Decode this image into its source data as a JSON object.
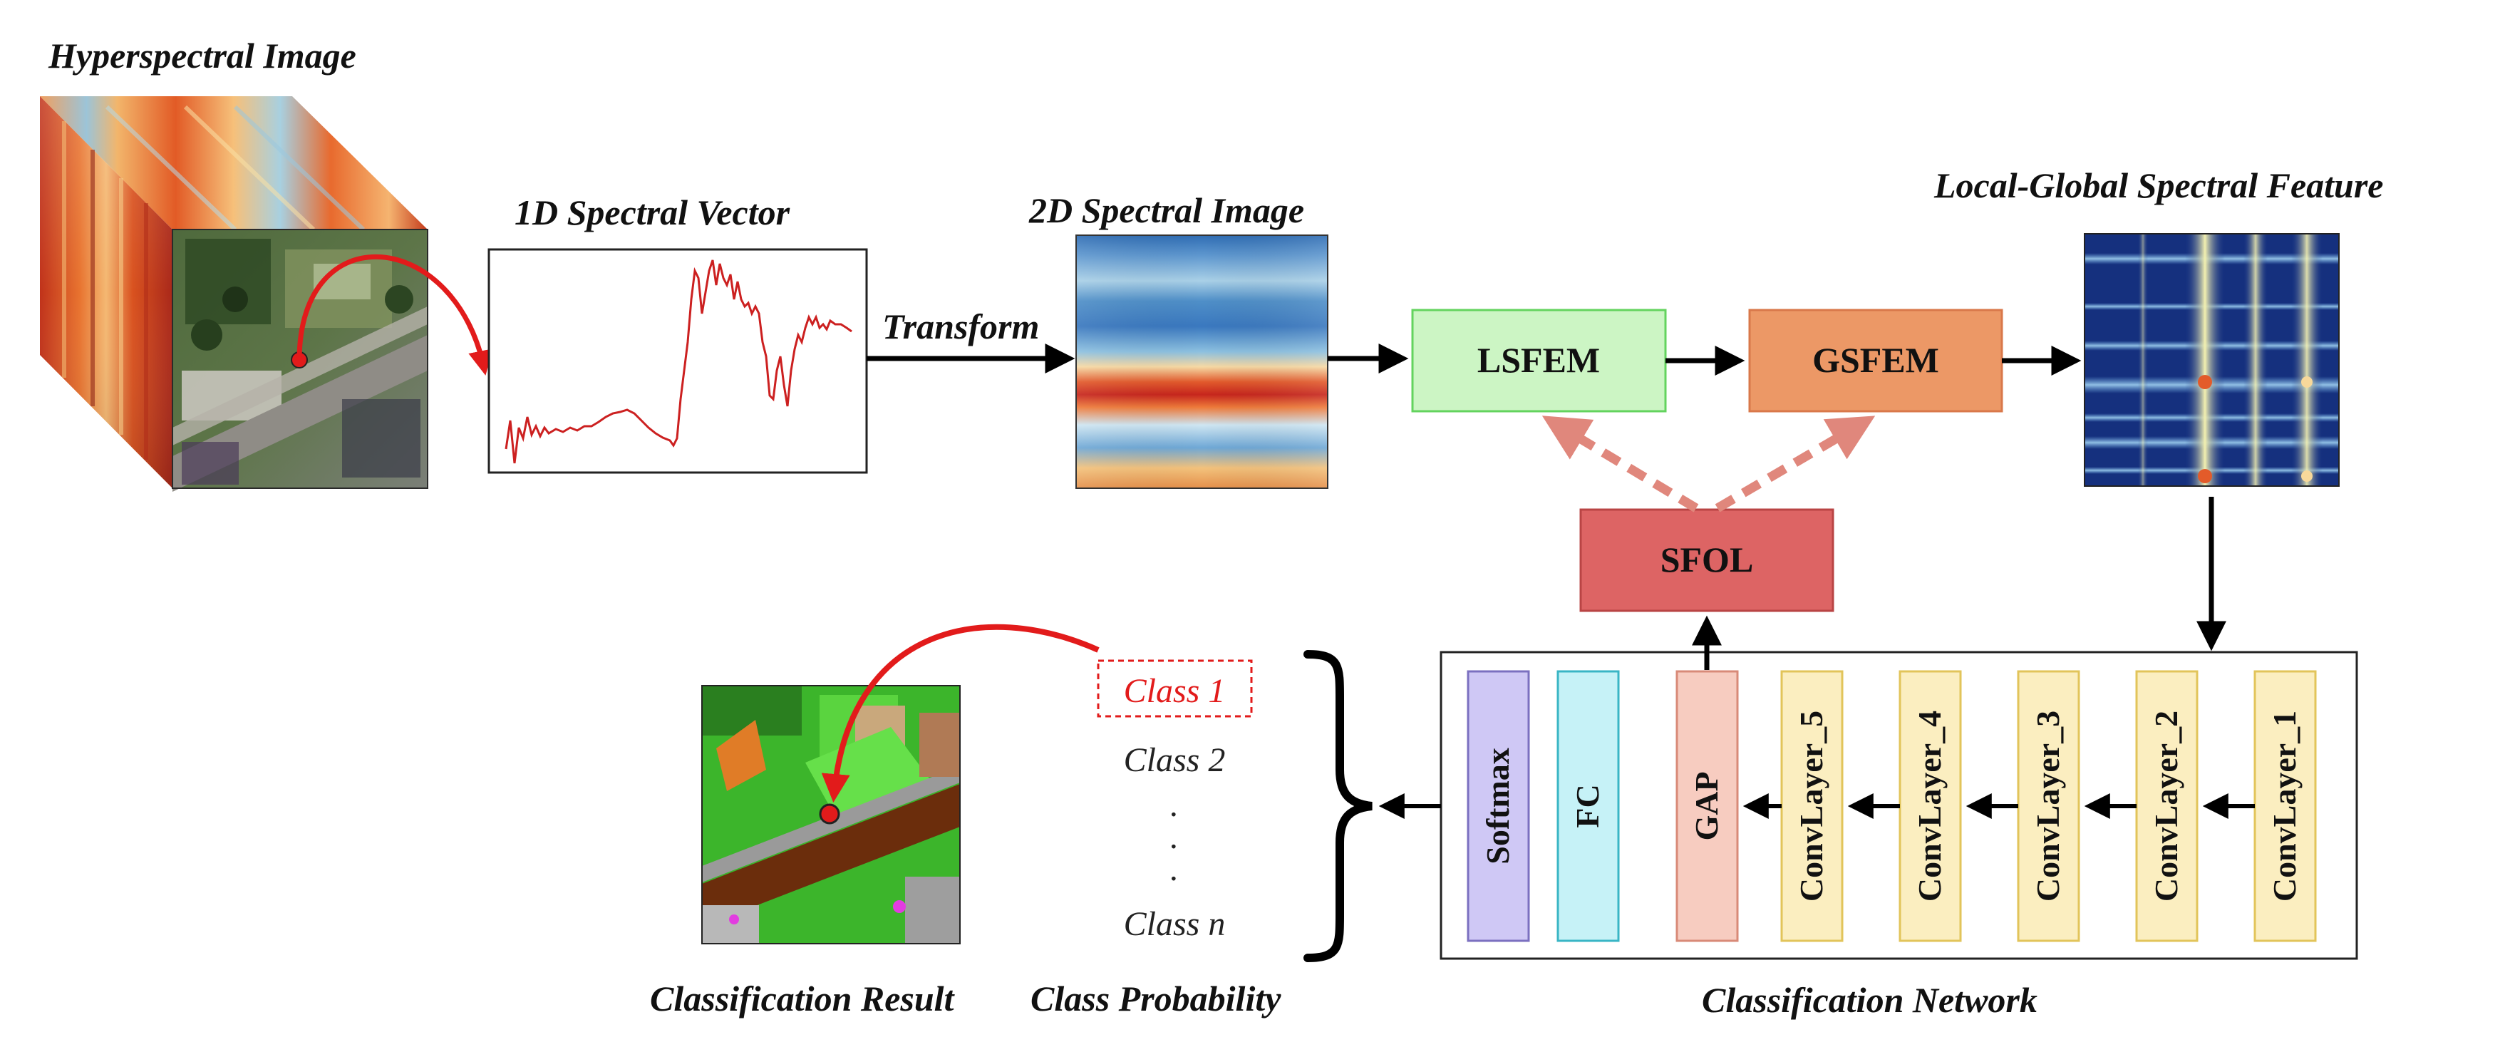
{
  "titles": {
    "hyperspectral_image": "Hyperspectral Image",
    "spectral_vector": "1D Spectral Vector",
    "spectral_image": "2D Spectral Image",
    "local_global_feature": "Local-Global Spectral Feature",
    "classification_result": "Classification Result",
    "class_probability": "Class Probability",
    "classification_network": "Classification Network"
  },
  "arrow_labels": {
    "transform": "Transform"
  },
  "modules": {
    "lsfem": "LSFEM",
    "gsfem": "GSFEM",
    "sfol": "SFOL"
  },
  "network_layers": {
    "softmax": "Softmax",
    "fc": "FC",
    "gap": "GAP",
    "conv5": "ConvLayer_5",
    "conv4": "ConvLayer_4",
    "conv3": "ConvLayer_3",
    "conv2": "ConvLayer_2",
    "conv1": "ConvLayer_1"
  },
  "class_labels": {
    "class1": "Class 1",
    "class2": "Class 2",
    "ellipsis": ".",
    "classn": "Class n"
  },
  "colors": {
    "lsfem_fill": "#ccf5c4",
    "lsfem_stroke": "#63d35e",
    "gsfem_fill": "#ec9866",
    "gsfem_stroke": "#d9784a",
    "sfol_fill": "#dd6464",
    "sfol_stroke": "#b94444",
    "softmax_fill": "#cfc8f5",
    "softmax_stroke": "#7b70c0",
    "fc_fill": "#c6f2f7",
    "fc_stroke": "#39b5c5",
    "gap_fill": "#f7ccc0",
    "gap_stroke": "#d88a78",
    "conv_fill": "#fbeec0",
    "conv_stroke": "#e2c45a",
    "highlight_red": "#e21b1b",
    "dashed_arrow": "#e0877c",
    "spectral_curve": "#cc2020"
  }
}
